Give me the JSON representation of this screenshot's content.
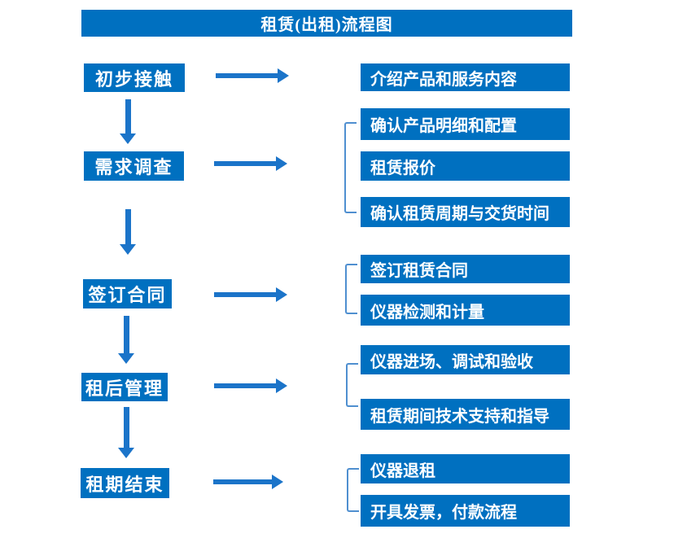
{
  "title": "租赁(出租)流程图",
  "colors": {
    "box_blue": "#0070c0",
    "arrow_blue": "#1b74c9",
    "bracket_blue": "#4f8fd0",
    "text_white": "#ffffff",
    "background": "#ffffff"
  },
  "steps": [
    {
      "label": "初步接触",
      "details": [
        "介绍产品和服务内容"
      ]
    },
    {
      "label": "需求调查",
      "details": [
        "确认产品明细和配置",
        "租赁报价",
        "确认租赁周期与交货时间"
      ]
    },
    {
      "label": "签订合同",
      "details": [
        "签订租赁合同",
        "仪器检测和计量"
      ]
    },
    {
      "label": "租后管理",
      "details": [
        "仪器进场、调试和验收",
        "租赁期间技术支持和指导"
      ]
    },
    {
      "label": "租期结束",
      "details": [
        "仪器退租",
        "开具发票，付款流程"
      ]
    }
  ]
}
